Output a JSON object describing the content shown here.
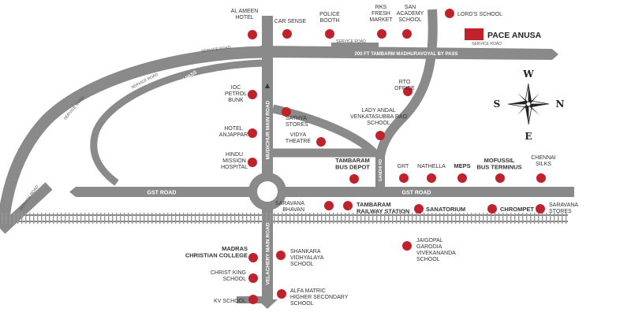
{
  "project": {
    "name": "PACE ANUSA",
    "accent_color": "#c0222c"
  },
  "roads": {
    "highway_label": "200 FT TAMBARM MADHURAVOYAL BY PASS",
    "highway_diag_label": "200 FT TAMBARM MADHURAVOYAL BY PASS",
    "service_road_top": "SERVICE ROAD",
    "service_road_top_right": "SERVICE ROAD",
    "service_road_left_a": "SERVICE ROAD",
    "service_road_left_b": "SERVICE ROAD",
    "service_road_left_c": "SERVICE ROAD",
    "gst_road_left": "GST ROAD",
    "gst_road_right": "GST ROAD",
    "mudichur_main_road": "MUDICHUR MAIN ROAD",
    "velachery_main_road": "VELACHERY MAIN ROAD",
    "gandhi_rd": "GANDHI RD"
  },
  "compass": {
    "north": "N",
    "south": "S",
    "east": "E",
    "west": "W"
  },
  "landmarks": [
    {
      "id": "al-ameen-hotel",
      "lines": [
        "AL AMEEN",
        "HOTEL"
      ],
      "bold": false
    },
    {
      "id": "car-sense",
      "lines": [
        "CAR SENSE"
      ],
      "bold": false
    },
    {
      "id": "police-booth",
      "lines": [
        "POLICE",
        "BOOTH"
      ],
      "bold": false
    },
    {
      "id": "rks-fresh-market",
      "lines": [
        "RKS",
        "FRESH",
        "MARKET"
      ],
      "bold": false
    },
    {
      "id": "san-academy-school",
      "lines": [
        "SAN",
        "ACADEMY",
        "SCHOOL"
      ],
      "bold": false
    },
    {
      "id": "lords-school",
      "lines": [
        "LORD'S SCHOOL"
      ],
      "bold": false
    },
    {
      "id": "ioc-petrol-bunk",
      "lines": [
        "IOC",
        "PETROL",
        "BUNK"
      ],
      "bold": false
    },
    {
      "id": "rto-office",
      "lines": [
        "RTO",
        "OFFICE"
      ],
      "bold": false
    },
    {
      "id": "sathya-stores",
      "lines": [
        "SATHYA",
        "STORES"
      ],
      "bold": false
    },
    {
      "id": "lady-andal-school",
      "lines": [
        "LADY ANDAL",
        "VENKATASUBBA RAO",
        "SCHOOL"
      ],
      "bold": false
    },
    {
      "id": "hotel-anjappar",
      "lines": [
        "HOTEL",
        "ANJAPPAR"
      ],
      "bold": false
    },
    {
      "id": "vidya-theatre",
      "lines": [
        "VIDYA",
        "THEATRE"
      ],
      "bold": false
    },
    {
      "id": "hindu-mission-hospital",
      "lines": [
        "HINDU",
        "MISSION",
        "HOSPITAL"
      ],
      "bold": false
    },
    {
      "id": "tambaram-bus-depot",
      "lines": [
        "TAMBARAM",
        "BUS DEPOT"
      ],
      "bold": true
    },
    {
      "id": "grt",
      "lines": [
        "GRT"
      ],
      "bold": false
    },
    {
      "id": "nathella",
      "lines": [
        "NATHELLA"
      ],
      "bold": false
    },
    {
      "id": "meps",
      "lines": [
        "MEPS"
      ],
      "bold": true
    },
    {
      "id": "mofussil-bus-terminus",
      "lines": [
        "MOFUSSIL",
        "BUS TERMINUS"
      ],
      "bold": true
    },
    {
      "id": "chennai-silks",
      "lines": [
        "CHENNAI",
        "SILKS"
      ],
      "bold": false
    },
    {
      "id": "saravana-bhavan",
      "lines": [
        "SARAVANA",
        "BHAVAN"
      ],
      "bold": false
    },
    {
      "id": "tambaram-railway-station",
      "lines": [
        "TAMBARAM",
        "RAILWAY STATION"
      ],
      "bold": true
    },
    {
      "id": "sanatorium",
      "lines": [
        "SANATORIUM"
      ],
      "bold": true
    },
    {
      "id": "chrompet",
      "lines": [
        "CHROMPET"
      ],
      "bold": true
    },
    {
      "id": "saravana-stores",
      "lines": [
        "SARAVANA",
        "STORES"
      ],
      "bold": false
    },
    {
      "id": "madras-christian-college",
      "lines": [
        "MADRAS",
        "CHRISTIAN COLLEGE"
      ],
      "bold": true
    },
    {
      "id": "shankara-vidhyalaya-school",
      "lines": [
        "SHANKARA",
        "VIDHYALAYA",
        "SCHOOL"
      ],
      "bold": false
    },
    {
      "id": "jaigopal-garodia-school",
      "lines": [
        "JAIGOPAL",
        "GARODIA",
        "VIVEKANANDA",
        "SCHOOL"
      ],
      "bold": false
    },
    {
      "id": "christ-king-school",
      "lines": [
        "CHRIST KING",
        "SCHOOL"
      ],
      "bold": false
    },
    {
      "id": "alfa-matric-school",
      "lines": [
        "ALFA MATRIC",
        "HIGHER SECONDARY",
        "SCHOOL"
      ],
      "bold": false
    },
    {
      "id": "kv-school",
      "lines": [
        "KV SCHOOL"
      ],
      "bold": false
    }
  ]
}
